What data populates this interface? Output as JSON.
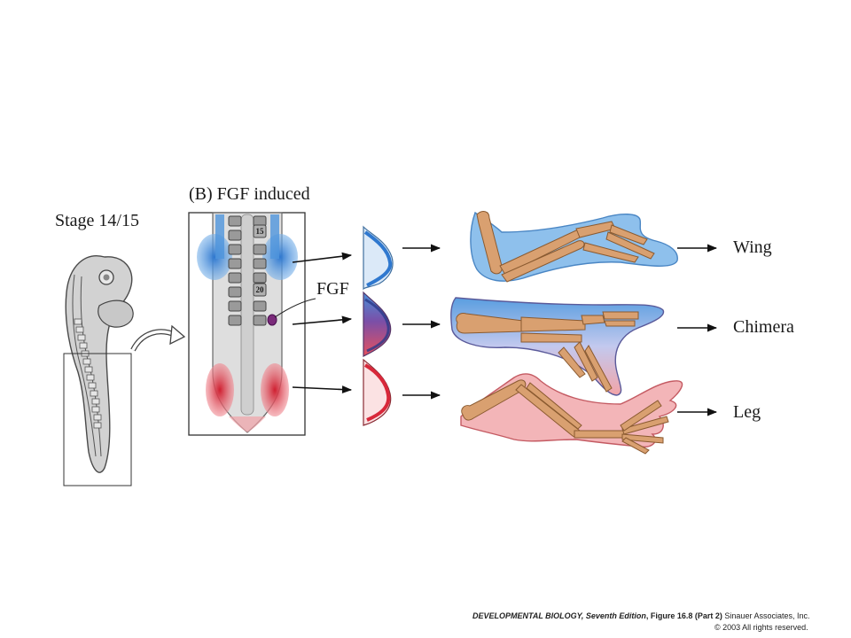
{
  "labels": {
    "stage": "Stage 14/15",
    "panel": "(B)  FGF induced",
    "fgf": "FGF",
    "somite_15": "15",
    "somite_20": "20",
    "wing": "Wing",
    "chimera": "Chimera",
    "leg": "Leg"
  },
  "credit": {
    "book": "DEVELOPMENTAL BIOLOGY, ",
    "edition": "Seventh Edition",
    "figure": ", Figure 16.8 (Part 2)",
    "publisher": "Sinauer Associates, Inc.",
    "copyright": "© 2003 All rights reserved."
  },
  "colors": {
    "wing_blue": "#4a90d9",
    "leg_red": "#d8283a",
    "fgf_purple": "#7a2a7a",
    "bone": "#d9a070"
  }
}
